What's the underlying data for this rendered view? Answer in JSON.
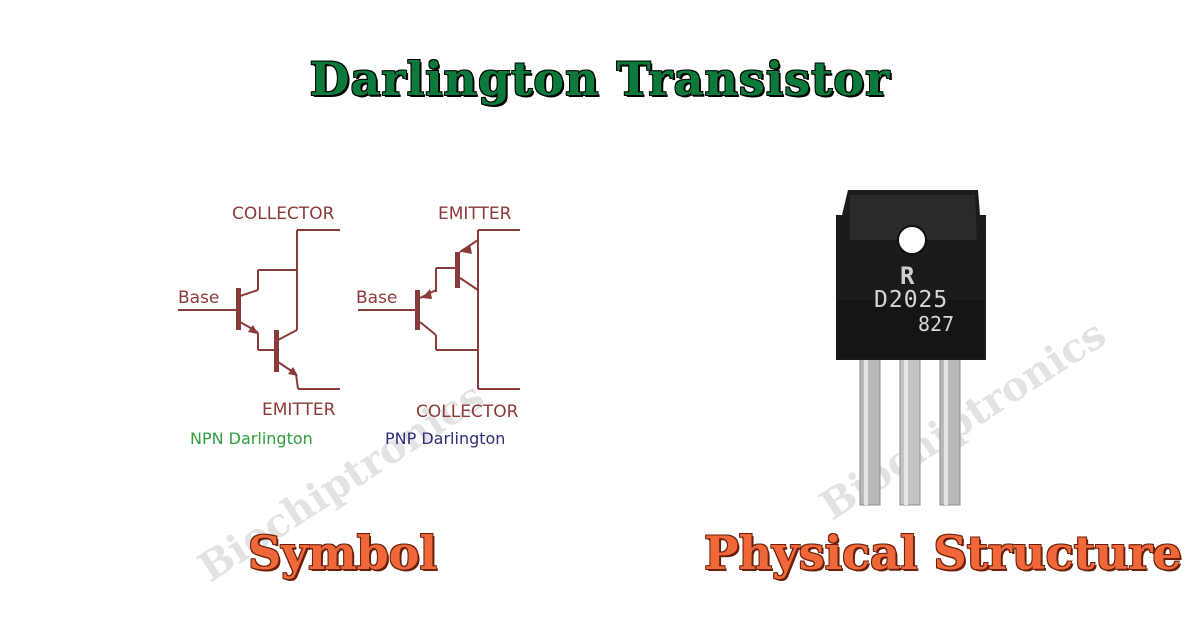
{
  "title": "Darlington Transistor",
  "symbol_caption": "Symbol",
  "structure_caption": "Physical Structure",
  "npn": {
    "collector_label": "COLLECTOR",
    "base_label": "Base",
    "emitter_label": "EMITTER",
    "name": "NPN Darlington",
    "name_color": "#2e9e3e"
  },
  "pnp": {
    "emitter_label": "EMITTER",
    "base_label": "Base",
    "collector_label": "COLLECTOR",
    "name": "PNP Darlington",
    "name_color": "#2c2c7a"
  },
  "component": {
    "logo_mark": "R",
    "part_number": "D2025",
    "code": "827"
  },
  "watermark": "Biochiptronics",
  "colors": {
    "title": "#0b7a3a",
    "caption": "#f0683a",
    "schematic": "#8b3a3a"
  }
}
